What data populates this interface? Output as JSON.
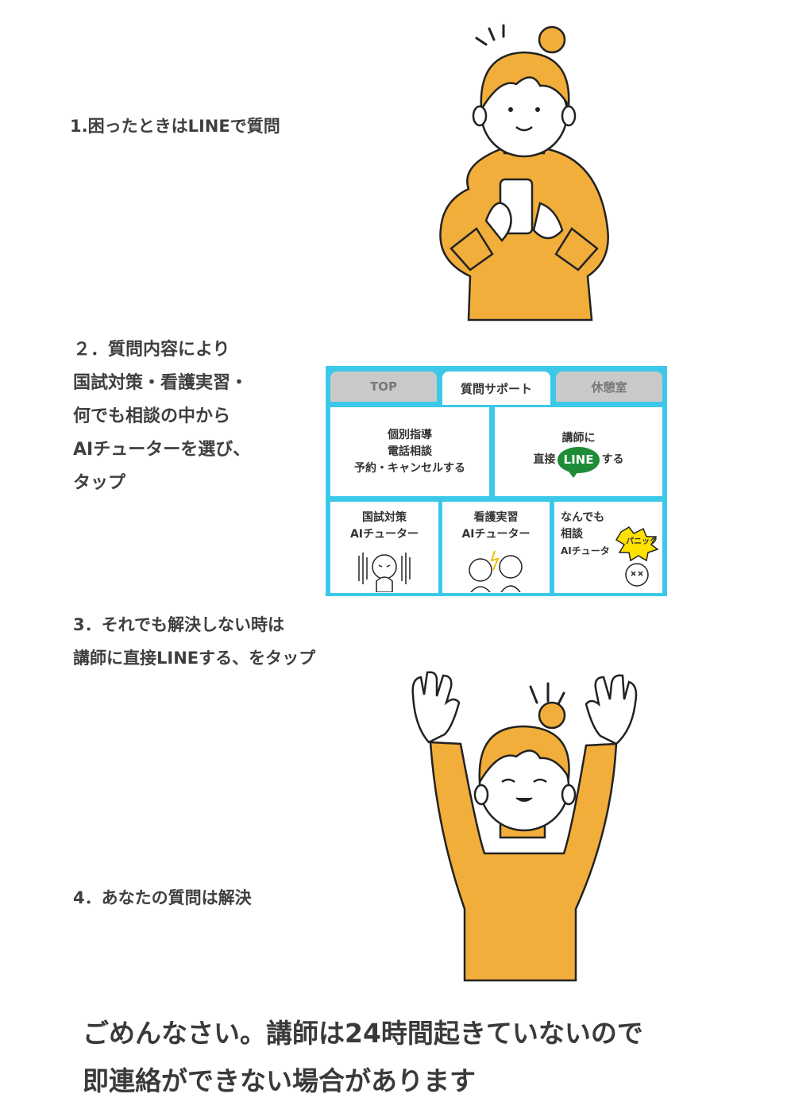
{
  "steps": {
    "step1": "1.困ったときはLINEで質問",
    "step2_lines": [
      "２．質問内容により",
      "国試対策・看護実習・",
      "何でも相談の中から",
      "AIチューターを選び、",
      "タップ"
    ],
    "step3_lines": [
      "3．それでも解決しない時は",
      "講師に直接LINEする、をタップ"
    ],
    "step4": "4．あなたの質問は解決"
  },
  "menu": {
    "tabs": [
      "TOP",
      "質問サポート",
      "休憩室"
    ],
    "booking_lines": [
      "個別指導",
      "電話相談",
      "予約・キャンセルする"
    ],
    "line_cell": {
      "top": "講師に",
      "prefix": "直接",
      "badge": "LINE",
      "suffix": "する"
    },
    "kokushi_lines": [
      "国試対策",
      "AIチューター"
    ],
    "kango_lines": [
      "看護実習",
      "AIチューター"
    ],
    "nandemo_lines": [
      "なんでも",
      "相談",
      "AIチュータ"
    ],
    "panic_label": "パニック"
  },
  "footer_lines": [
    "ごめんなさい。講師は24時間起きていないので",
    "即連絡ができない場合があります"
  ],
  "colors": {
    "sweater": "#f2ae3a",
    "menu_border": "#3cc8e8",
    "line_green": "#1e8c37"
  }
}
